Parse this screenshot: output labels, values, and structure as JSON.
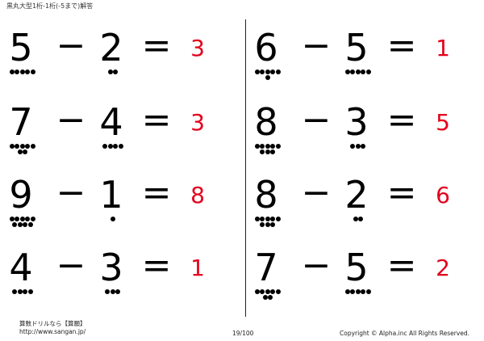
{
  "header": {
    "title": "黒丸大型1桁-1桁(-5まで)解答"
  },
  "problems": [
    {
      "a": "5",
      "b": "2",
      "answer": "3",
      "a_dots": 5,
      "b_dots": 2
    },
    {
      "a": "7",
      "b": "4",
      "answer": "3",
      "a_dots": 7,
      "b_dots": 4
    },
    {
      "a": "9",
      "b": "1",
      "answer": "8",
      "a_dots": 9,
      "b_dots": 1
    },
    {
      "a": "4",
      "b": "3",
      "answer": "1",
      "a_dots": 4,
      "b_dots": 3
    },
    {
      "a": "6",
      "b": "5",
      "answer": "1",
      "a_dots": 6,
      "b_dots": 5
    },
    {
      "a": "8",
      "b": "3",
      "answer": "5",
      "a_dots": 8,
      "b_dots": 3
    },
    {
      "a": "8",
      "b": "2",
      "answer": "6",
      "a_dots": 8,
      "b_dots": 2
    },
    {
      "a": "7",
      "b": "5",
      "answer": "2",
      "a_dots": 7,
      "b_dots": 5
    }
  ],
  "symbols": {
    "minus": "−",
    "equals": "="
  },
  "footer": {
    "site_name": "算数ドリルなら【算願】",
    "url": "http://www.sangan.jp/",
    "page": "19/100",
    "copyright": "Copyright © Alpha.inc All Rights Reserved."
  },
  "colors": {
    "answer": "#e3001b"
  }
}
